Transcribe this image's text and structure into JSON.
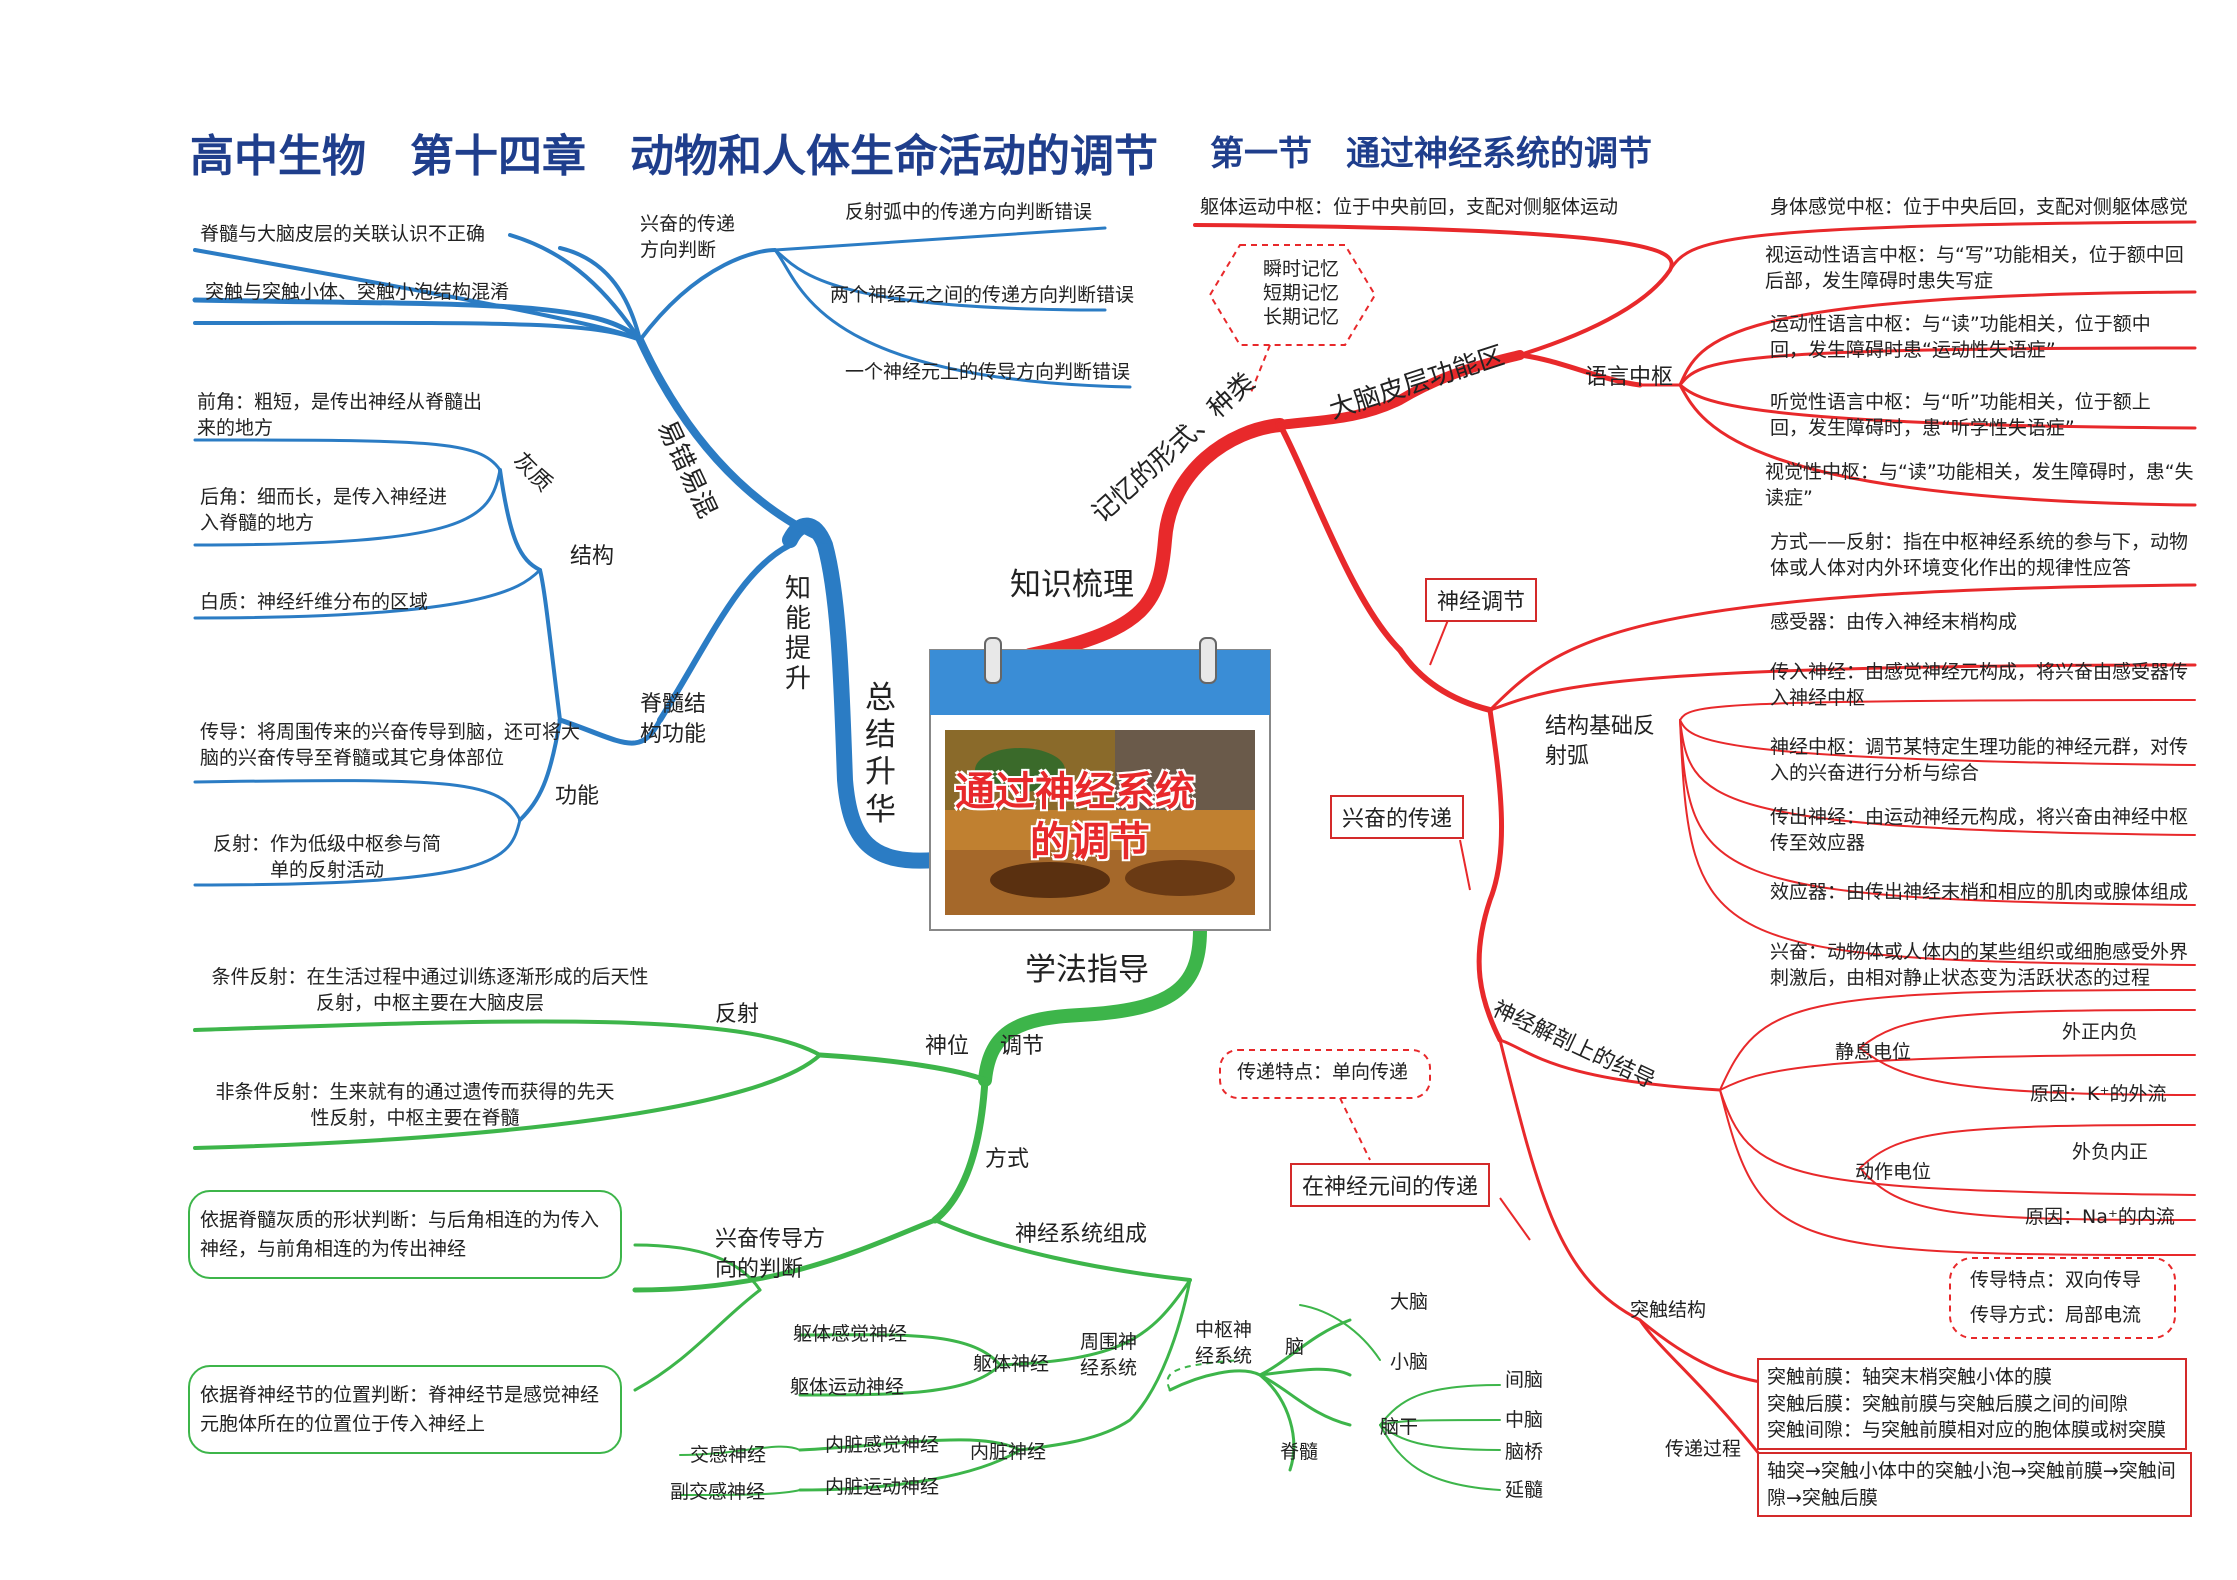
{
  "title": {
    "main": "高中生物　第十四章　动物和人体生命活动的调节",
    "section": "第一节　通过神经系统的调节"
  },
  "center": {
    "label": "通过神经系统的调节",
    "line1": "通过神经系统",
    "line2": "的调节"
  },
  "branches": {
    "knowledge": "知识梳理",
    "summary": "总结升华",
    "method": "学法指导"
  },
  "colors": {
    "blue": "#2b7cc4",
    "red": "#e8292b",
    "green": "#3db54a",
    "title": "#1f3e8c"
  },
  "blue": {
    "mistakes": "易错易混",
    "ability": "知能提升",
    "direction": "兴奋的传递方向判断",
    "dir1": "反射弧中的传递方向判断错误",
    "dir2": "两个神经元之间的传递方向判断错误",
    "dir3": "一个神经元上的传导方向判断错误",
    "m1": "脊髓与大脑皮层的关联认识不正确",
    "m2": "突触与突触小体、突触小泡结构混淆",
    "spinal": "脊髓结构功能",
    "structure": "结构",
    "gray": "灰质",
    "front": "前角：粗短，是传出神经从脊髓出来的地方",
    "back": "后角：细而长，是传入神经进入脊髓的地方",
    "white": "白质：神经纤维分布的区域",
    "function": "功能",
    "conduct": "传导：将周围传来的兴奋传导到脑，还可将大脑的兴奋传导至脊髓或其它身体部位",
    "reflex": "反射：作为低级中枢参与简单的反射活动"
  },
  "red": {
    "memory": "记忆的形式、种类",
    "memtypes": [
      "瞬时记忆",
      "短期记忆",
      "长期记忆"
    ],
    "cortex": "大脑皮层功能区",
    "motor": "躯体运动中枢：位于中央前回，支配对侧躯体运动",
    "sensory": "身体感觉中枢：位于中央后回，支配对侧躯体感觉",
    "language": "语言中枢",
    "lang1": "视运动性语言中枢：与“写”功能相关，位于额中回后部，发生障碍时患失写症",
    "lang2": "运动性语言中枢：与“读”功能相关，位于额中回，发生障碍时患“运动性失语症”",
    "lang3": "听觉性语言中枢：与“听”功能相关，位于额上回，发生障碍时，患“听学性失语症”",
    "lang4": "视觉性中枢：与“读”功能相关，发生障碍时，患“失读症”",
    "regulation": "神经调节",
    "mode": "方式——反射：指在中枢神经系统的参与下，动物体或人体对内外环境变化作出的规律性应答",
    "basis": "结构基础反射弧",
    "receptor": "感受器：由传入神经末梢构成",
    "afferent": "传入神经：由感觉神经元构成，将兴奋由感受器传入神经中枢",
    "center": "神经中枢：调节某特定生理功能的神经元群，对传入的兴奋进行分析与综合",
    "efferent": "传出神经：由运动神经元构成，将兴奋由神经中枢传至效应器",
    "effector": "效应器：由传出神经末梢和相应的肌肉或腺体组成",
    "transmit": "兴奋的传递",
    "excite": "兴奋：动物体或人体内的某些组织或细胞感受外界刺激后，由相对静止状态变为活跃状态的过程",
    "anatomy": "神经解剖上的结导",
    "resting": "静息电位",
    "rest1": "外正内负",
    "rest2": "原因：K⁺的外流",
    "action": "动作电位",
    "act1": "外负内正",
    "act2": "原因：Na⁺的内流",
    "conductfeat": "传导特点：双向传导",
    "conductmode": "传导方式：局部电流",
    "synapse": "突触结构",
    "pre": "突触前膜：轴突末梢突触小体的膜",
    "post": "突触后膜：突触前膜与突触后膜之间的间隙",
    "gap": "突触间隙：与突触前膜相对应的胞体膜或树突膜",
    "process": "传递过程",
    "proc": "轴突→突触小体中的突触小泡→突触前膜→突触间隙→突触后膜",
    "between": "在神经元间的传递",
    "feature": "传递特点：单向传递"
  },
  "green": {
    "reflex": "反射",
    "conditioned": "条件反射：在生活过程中通过训练逐渐形成的后天性反射，中枢主要在大脑皮层",
    "unconditioned": "非条件反射：生来就有的通过遗传而获得的先天性反射，中枢主要在脊髓",
    "neural": "神位",
    "adjust": "调节",
    "way": "方式",
    "judge": "兴奋传导方向的判断",
    "judge1": "依据脊髓灰质的形状判断：与后角相连的为传入神经，与前角相连的为传出神经",
    "judge2": "依据脊神经节的位置判断：脊神经节是感觉神经元胞体所在的位置位于传入神经上",
    "composition": "神经系统组成",
    "peripheral": "周围神经系统",
    "somatic": "躯体神经",
    "som1": "躯体感觉神经",
    "som2": "躯体运动神经",
    "visceral": "内脏神经",
    "vis1": "内脏感觉神经",
    "vis2": "内脏运动神经",
    "symp": "交感神经",
    "parasymp": "副交感神经",
    "central": "中枢神经系统",
    "brain": "脑",
    "cerebrum": "大脑",
    "cerebellum": "小脑",
    "stem": "脑干",
    "dien": "间脑",
    "mid": "中脑",
    "pons": "脑桥",
    "medulla": "延髓",
    "spinal": "脊髓"
  }
}
